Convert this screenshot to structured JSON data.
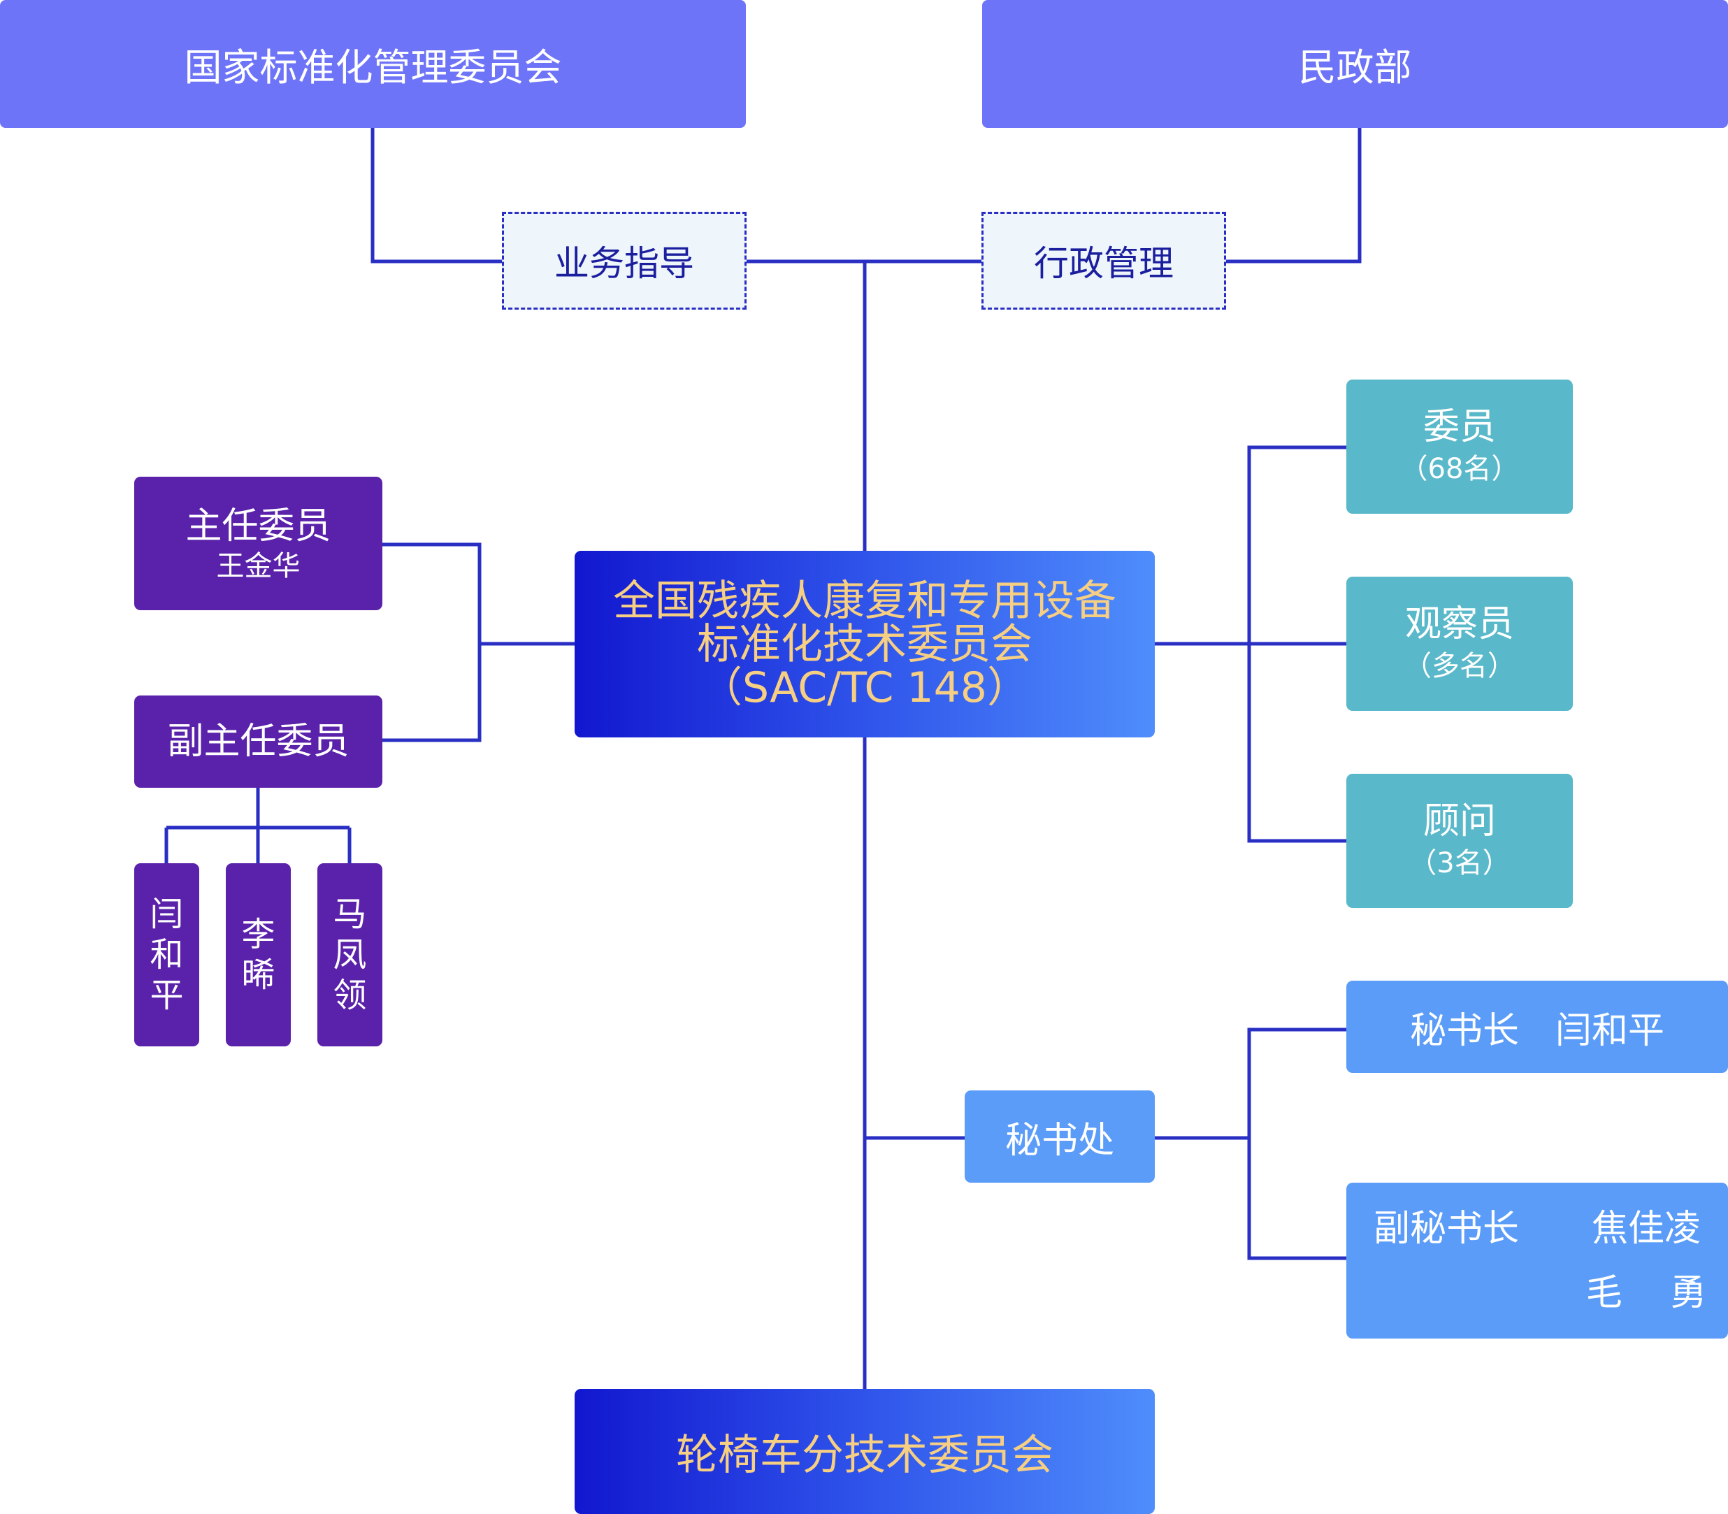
{
  "nodes": {
    "sac": "国家标准化管理委员会",
    "mca": "民政部",
    "business_guidance": "业务指导",
    "admin_management": "行政管理",
    "main": {
      "line1": "全国残疾人康复和专用设备",
      "line2": "标准化技术委员会",
      "line3": "（SAC/TC 148）"
    },
    "chair": {
      "label": "主任委员",
      "name": "王金华"
    },
    "vice_chair": {
      "label": "副主任委员"
    },
    "vice_members": [
      "闫和平",
      "李　晞",
      "马凤领"
    ],
    "members": {
      "label": "委员",
      "count": "（68名）"
    },
    "observers": {
      "label": "观察员",
      "count": "（多名）"
    },
    "advisors": {
      "label": "顾问",
      "count": "（3名）"
    },
    "secretariat": "秘书处",
    "secretary_general": "秘书长　闫和平",
    "deputy_secretary_general": {
      "row1": "副秘书长　　焦佳凌",
      "row2": "　　　　　　毛　 勇"
    },
    "subcommittee": "轮椅车分技术委员会"
  },
  "colors": {
    "connector": "#2a2fc4",
    "top_box": "#6e74f7",
    "main_gradient": [
      "#1217cf",
      "#4f8dfc"
    ],
    "main_text": "#f7cf83",
    "purple": "#5a21aa",
    "teal": "#59b8c9",
    "light_blue": "#5b9cf8",
    "dashed_fill": "#eef5fb"
  }
}
